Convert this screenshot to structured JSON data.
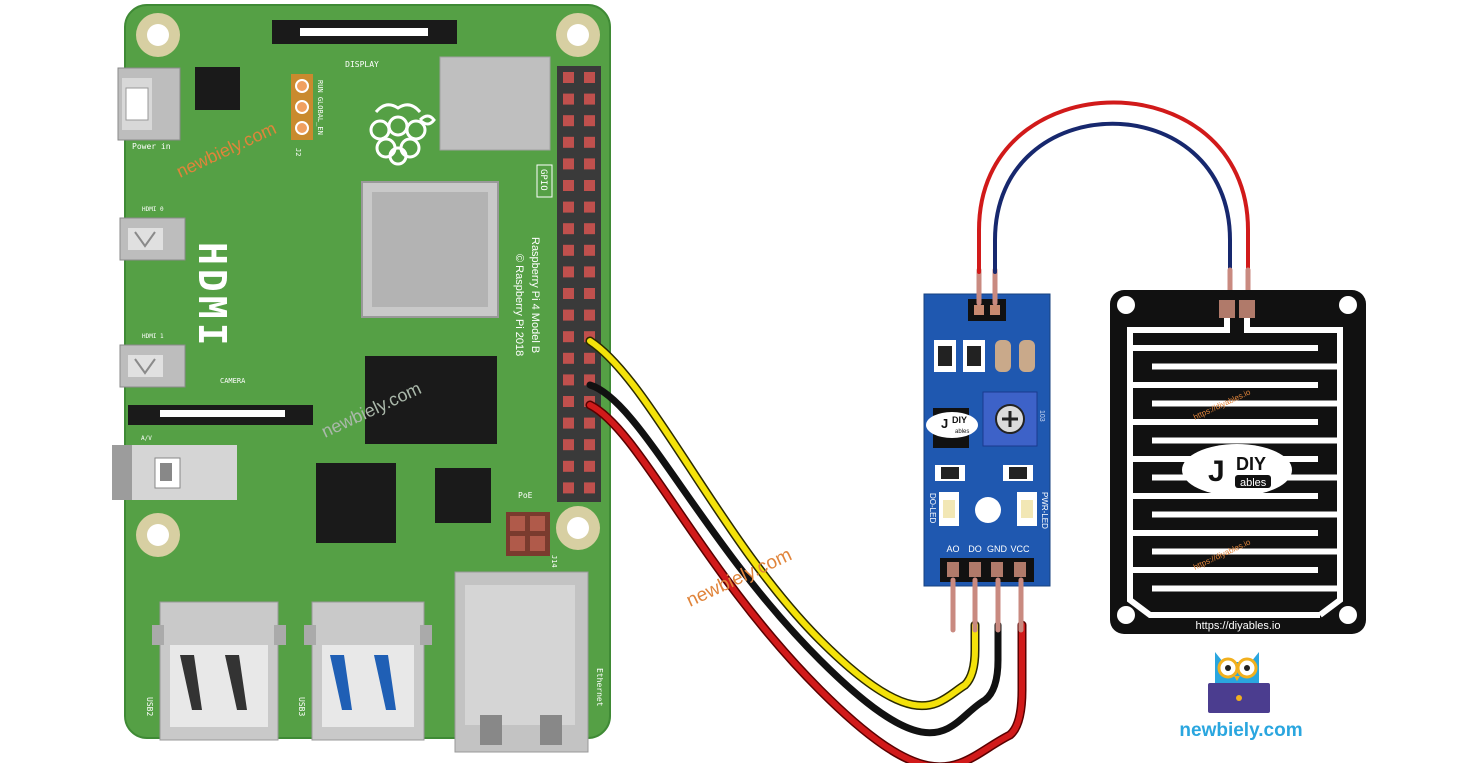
{
  "colors": {
    "pcb_green": "#55a045",
    "module_blue": "#1f58b0",
    "wire_yellow": "#f4e20a",
    "wire_black": "#111111",
    "wire_red": "#d11a1a",
    "wire_navy": "#17286e",
    "watermark_orange": "#e0843a",
    "watermark_gray": "#888888",
    "brand_cyan": "#2aa6df"
  },
  "pi": {
    "display": "DISPLAY",
    "power_in": "Power in",
    "run_labels": "RUN GLOBAL_EN",
    "j2": "J2",
    "gpio": "GPIO",
    "hdmi0": "HDMI 0",
    "hdmi1": "HDMI 1",
    "hdmi_big": "HDMI",
    "camera": "CAMERA",
    "av": "A/V",
    "model_line1": "Raspberry Pi 4 Model B",
    "model_line2": "© Raspberry Pi 2018",
    "poe": "PoE",
    "j14": "J14",
    "usb2": "USB2",
    "usb3": "USB3",
    "ethernet": "Ethernet"
  },
  "module": {
    "logo_top": "DIY",
    "logo_bottom": "ables",
    "do_led": "DO-LED",
    "pwr_led": "PWR-LED",
    "pot_code": "103",
    "pins": [
      "AO",
      "DO",
      "GND",
      "VCC"
    ]
  },
  "sensor": {
    "logo_top": "DIY",
    "logo_bottom": "ables",
    "url_small": "https://diyables.io",
    "url": "https://diyables.io"
  },
  "watermarks": {
    "text": "newbiely.com"
  },
  "brand": {
    "name": "newbiely.com"
  }
}
